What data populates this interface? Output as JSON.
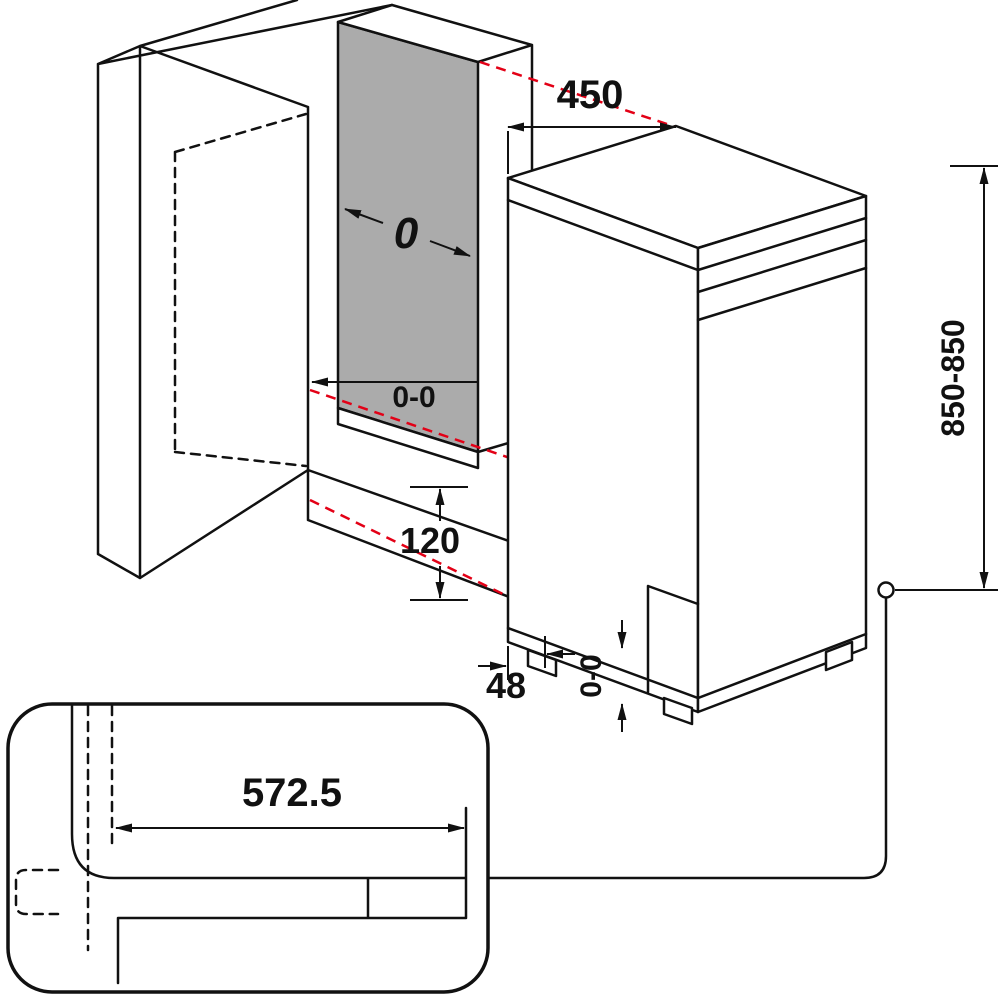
{
  "page": {
    "background": "#ffffff"
  },
  "diagram": {
    "kind": "appliance-installation-drawing",
    "subject": "Slimline freestanding dishwasher niche and clearance dimensions with plan-view depth detail",
    "colors": {
      "line": "#111111",
      "alignment": "#e30016",
      "panel": "#ababab"
    },
    "labels": {
      "top_width": "450",
      "side_clearance": "0",
      "rear_clearance": "0-0",
      "plinth_height": "120",
      "foot_inset": "48",
      "bottom_clearance": "0-0",
      "height_range": "850-850",
      "plan_depth": "572.5"
    }
  }
}
